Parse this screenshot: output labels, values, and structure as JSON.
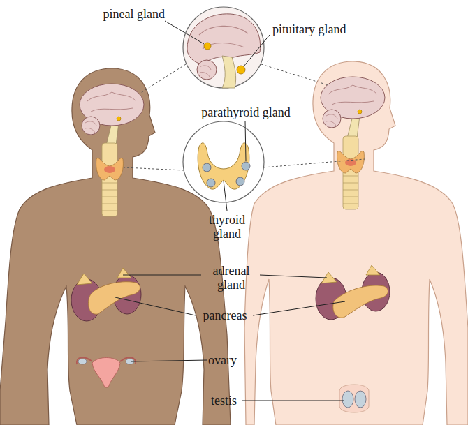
{
  "diagram": {
    "labels": [
      "pineal gland",
      "pituitary gland",
      "parathyroid gland",
      "thyroid gland",
      "adrenal gland",
      "pancreas",
      "ovary",
      "testis"
    ]
  }
}
